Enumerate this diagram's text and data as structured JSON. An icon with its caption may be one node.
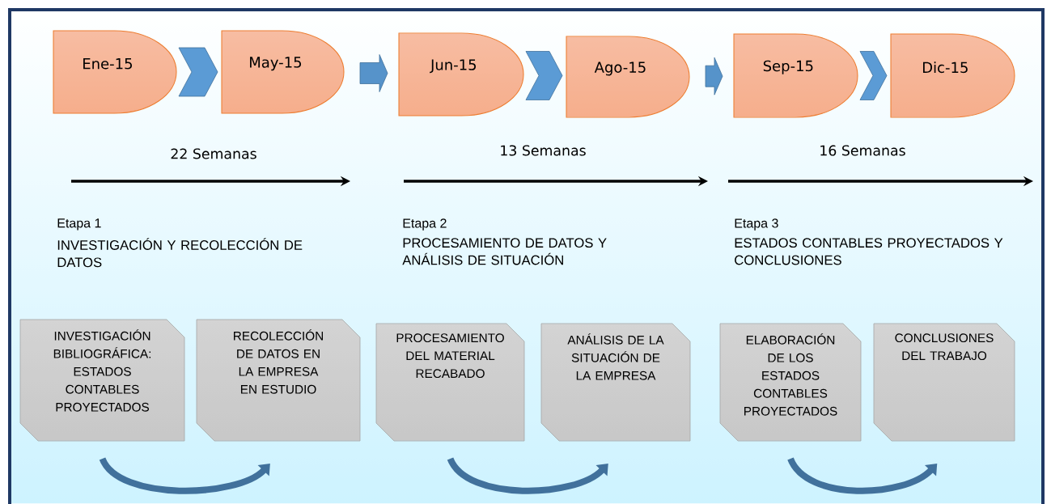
{
  "diagram": {
    "nodes": [
      {
        "text": [
          "Ene-15"
        ]
      },
      {
        "text": [
          "May-15"
        ]
      },
      {
        "text": [
          "Jun-15"
        ]
      },
      {
        "text": [
          "Ago-15"
        ]
      },
      {
        "text": [
          "Sep-15"
        ]
      },
      {
        "text": [
          "Dic-15"
        ]
      },
      {
        "text": [
          "INVESTIGACIÓN BIBLIOGRÁFICA: ESTADOS CONTABLES PROYECTADOS"
        ]
      },
      {
        "text": [
          "RECOLECCIÓN DE DATOS EN LA EMPRESA EN ESTUDIO"
        ]
      },
      {
        "text": [
          "PROCESAMIENTO DEL MATERIAL RECABADO"
        ]
      },
      {
        "text": [
          "ANÁLISIS DE LA SITUACIÓN DE LA EMPRESA"
        ]
      },
      {
        "text": [
          "ELABORACIÓN DE LOS ESTADOS CONTABLES PROYECTADOS"
        ]
      },
      {
        "text": [
          "CONCLUSIONES DEL TRABAJO"
        ]
      }
    ],
    "edges": [
      {
        "from": 0,
        "to": 1,
        "arrow": "to"
      },
      {
        "from": 1,
        "to": 2,
        "arrow": "to"
      },
      {
        "from": 2,
        "to": 3,
        "arrow": "to"
      },
      {
        "from": 3,
        "to": 4,
        "arrow": "to"
      },
      {
        "from": 4,
        "to": 5,
        "arrow": "to"
      },
      {
        "from": 6,
        "to": 7,
        "arrow": "to"
      },
      {
        "from": 8,
        "to": 9,
        "arrow": "to"
      },
      {
        "from": 10,
        "to": 11,
        "arrow": "to"
      }
    ],
    "labels": [
      "22 Semanas",
      "13 Semanas",
      "16 Semanas",
      "Etapa 1",
      "INVESTIGACIÓN Y RECOLECCIÓN DE DATOS",
      "Etapa 2",
      "PROCESAMIENTO DE DATOS Y ANÁLISIS DE SITUACIÓN",
      "Etapa 3",
      "ESTADOS CONTABLES PROYECTADOS Y CONCLUSIONES"
    ]
  }
}
